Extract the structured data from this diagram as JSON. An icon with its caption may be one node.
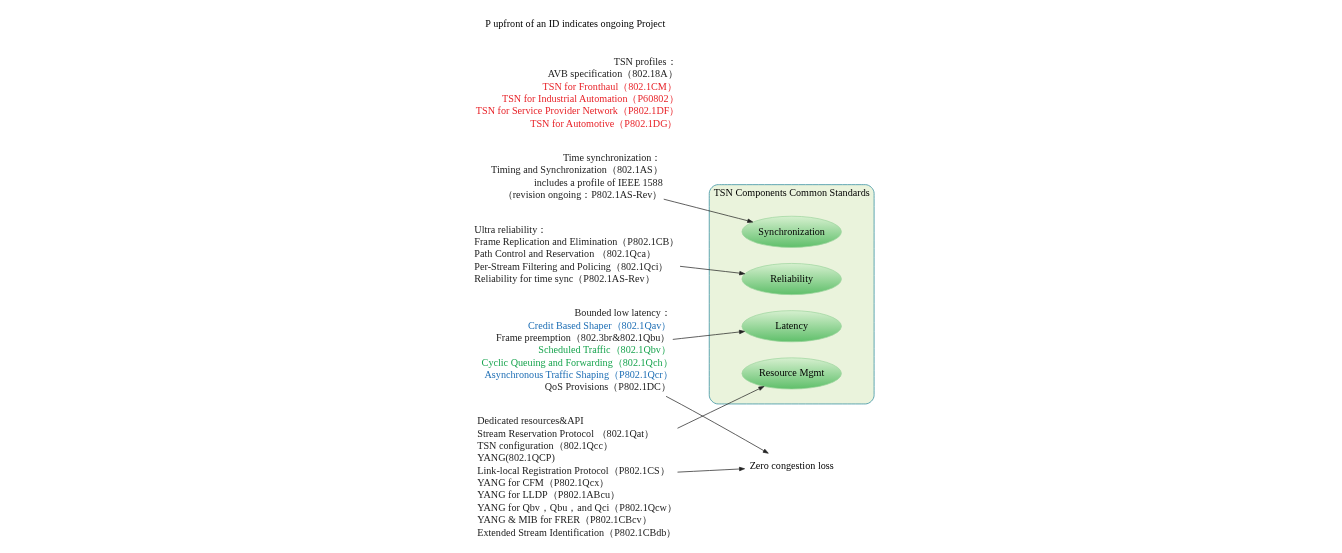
{
  "diagram": {
    "nodes": [
      {
        "text": [
          "TSN Components Common Standards"
        ]
      },
      {
        "text": [
          "Synchronization"
        ],
        "in": 0
      },
      {
        "text": [
          "Reliability"
        ],
        "in": 0
      },
      {
        "text": [
          "Latency"
        ],
        "in": 0
      },
      {
        "text": [
          "Resource Mgmt"
        ],
        "in": 0
      },
      {
        "text": [
          "Time synchronization：",
          "Timing and Synchronization（802.1AS）",
          "includes a profile of IEEE 1588",
          "（revision ongoing：P802.1AS-Rev）"
        ]
      },
      {
        "text": [
          "Bounded low latency：",
          "Credit Based Shaper（802.1Qav）",
          "Frame preemption（802.3br&802.1Qbu）",
          "Scheduled Traffic（802.1Qbv）",
          "Cyclic Queuing and Forwarding（802.1Qch）",
          "Asynchronous Traffic Shaping（P802.1Qcr）",
          "QoS Provisions（P802.1DC）"
        ]
      },
      {
        "text": [
          "Zero congestion loss"
        ]
      },
      {
        "text": [
          "Ultra reliability：",
          "Frame Replication and Elimination（P802.1CB）",
          "Path Control and Reservation （802.1Qca）",
          "Per-Stream Filtering and Policing（802.1Qci）",
          "Reliability for time sync（P802.1AS-Rev）"
        ]
      },
      {
        "text": [
          "Dedicated resources&API",
          "Stream Reservation Protocol （802.1Qat）",
          "TSN configuration（802.1Qcc）",
          "YANG(802.1QCP)",
          "Link-local Registration Protocol（P802.1CS）",
          "YANG for CFM（P802.1Qcx）",
          "YANG for LLDP（P802.1ABcu）",
          "YANG for Qbv，Qbu，and Qci（P802.1Qcw）",
          "YANG & MIB for FRER（P802.1CBcv）",
          "Extended Stream Identification（P802.1CBdb）"
        ]
      }
    ],
    "edges": [
      {
        "from": 5,
        "to": 1,
        "arrow": "to"
      },
      {
        "from": 6,
        "to": 3,
        "arrow": "to"
      },
      {
        "from": 6,
        "to": 7,
        "arrow": "to"
      },
      {
        "from": 8,
        "to": 2,
        "arrow": "to"
      },
      {
        "from": 9,
        "to": 4,
        "arrow": "to"
      },
      {
        "from": 9,
        "to": 7,
        "arrow": "to"
      }
    ],
    "labels": [
      "TSN profiles：",
      "AVB specification（802.18A）",
      "TSN for Fronthaul（802.1CM）",
      "TSN for Industrial Automation（P60802）",
      "TSN for Service Provider Network（P802.1DF）",
      "TSN for Automotive（P802.1DG）",
      "P upfront of an ID indicates ongoing Project"
    ]
  }
}
